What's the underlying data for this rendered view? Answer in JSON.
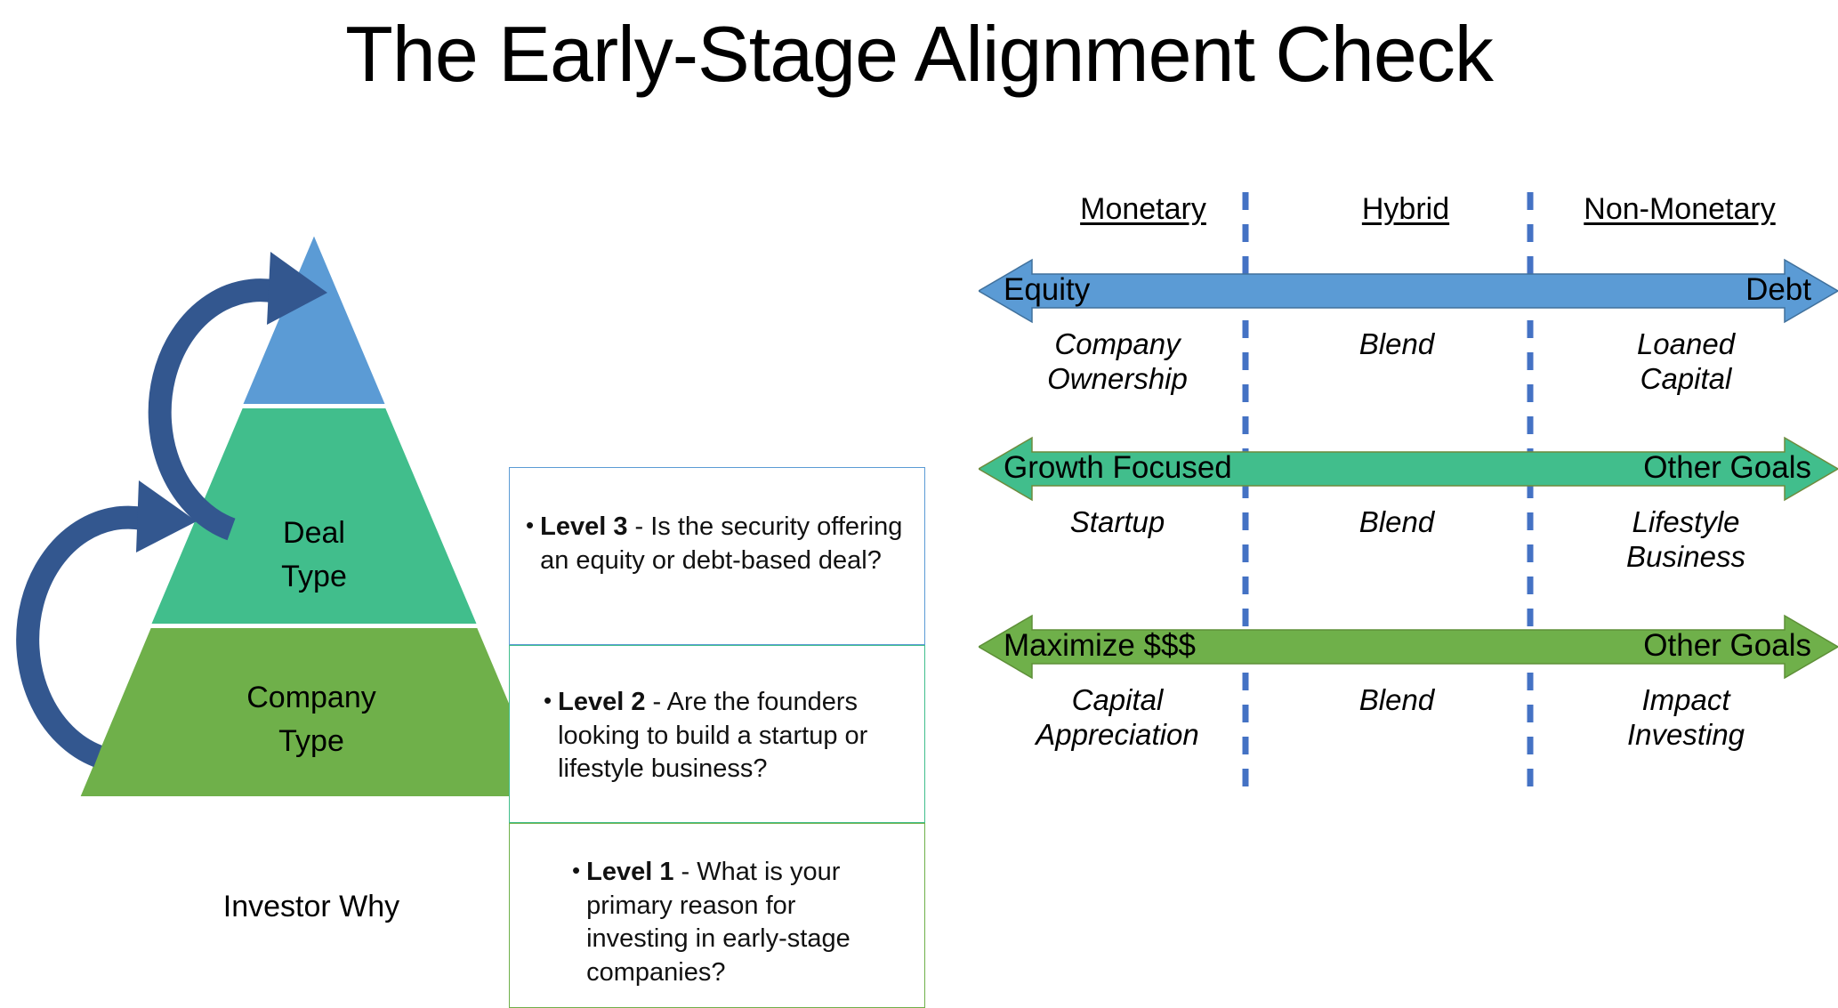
{
  "page": {
    "title": "The Early-Stage Alignment Check",
    "background": "#FFFFFF"
  },
  "colors": {
    "blue": "#5B9BD5",
    "blue_outline": "#41719C",
    "teal": "#41BE8C",
    "teal_outline": "#6E8B3D",
    "green": "#6FB04A",
    "green_outline": "#5E8F38",
    "arrow_connector": "#33578F",
    "dashed_divider": "#4472C4",
    "text": "#000000"
  },
  "pyramid": {
    "levels": [
      {
        "id": "deal-type",
        "label": "Deal\nType",
        "label_line1": "Deal",
        "label_line2": "Type",
        "color": "#5B9BD5"
      },
      {
        "id": "company-type",
        "label_line1": "Company",
        "label_line2": "Type",
        "color": "#41BE8C"
      },
      {
        "id": "investor-why",
        "label_line1": "Investor Why",
        "label_line2": "",
        "color": "#6FB04A"
      }
    ],
    "connector_arrows": [
      {
        "id": "arrow-company-to-deal",
        "color": "#33578F"
      },
      {
        "id": "arrow-investor-to-company",
        "color": "#33578F"
      }
    ]
  },
  "level_boxes": [
    {
      "id": "level-3",
      "bullet": "•",
      "lead": "Level 3",
      "body": " - Is the security offering an equity or debt-based deal?",
      "border_color": "#5B9BD5"
    },
    {
      "id": "level-2",
      "bullet": "•",
      "lead": "Level 2",
      "body": " - Are the founders looking to build a startup or lifestyle business?",
      "border_color": "#41BE8C"
    },
    {
      "id": "level-1",
      "bullet": "•",
      "lead": "Level 1",
      "body": " - What is your primary reason for investing in early-stage companies?",
      "border_color": "#6FB04A"
    }
  ],
  "spectrum": {
    "headers": [
      {
        "id": "monetary",
        "label": "Monetary"
      },
      {
        "id": "hybrid",
        "label": "Hybrid"
      },
      {
        "id": "non-monetary",
        "label": "Non-Monetary"
      }
    ],
    "rows": [
      {
        "id": "deal-type-spectrum",
        "color": "#5B9BD5",
        "outline": "#41719C",
        "left_label": "Equity",
        "right_label": "Debt",
        "captions": {
          "left": "Company\nOwnership",
          "left_line1": "Company",
          "left_line2": "Ownership",
          "middle": "Blend",
          "right_line1": "Loaned",
          "right_line2": "Capital"
        }
      },
      {
        "id": "company-type-spectrum",
        "color": "#41BE8C",
        "outline": "#6E8B3D",
        "left_label": "Growth Focused",
        "right_label": "Other Goals",
        "captions": {
          "left_line1": "Startup",
          "left_line2": "",
          "middle": "Blend",
          "right_line1": "Lifestyle",
          "right_line2": "Business"
        }
      },
      {
        "id": "investor-why-spectrum",
        "color": "#6FB04A",
        "outline": "#5E8F38",
        "left_label": "Maximize $$$",
        "right_label": "Other Goals",
        "captions": {
          "left_line1": "Capital",
          "left_line2": "Appreciation",
          "middle": "Blend",
          "right_line1": "Impact",
          "right_line2": "Investing"
        }
      }
    ]
  }
}
